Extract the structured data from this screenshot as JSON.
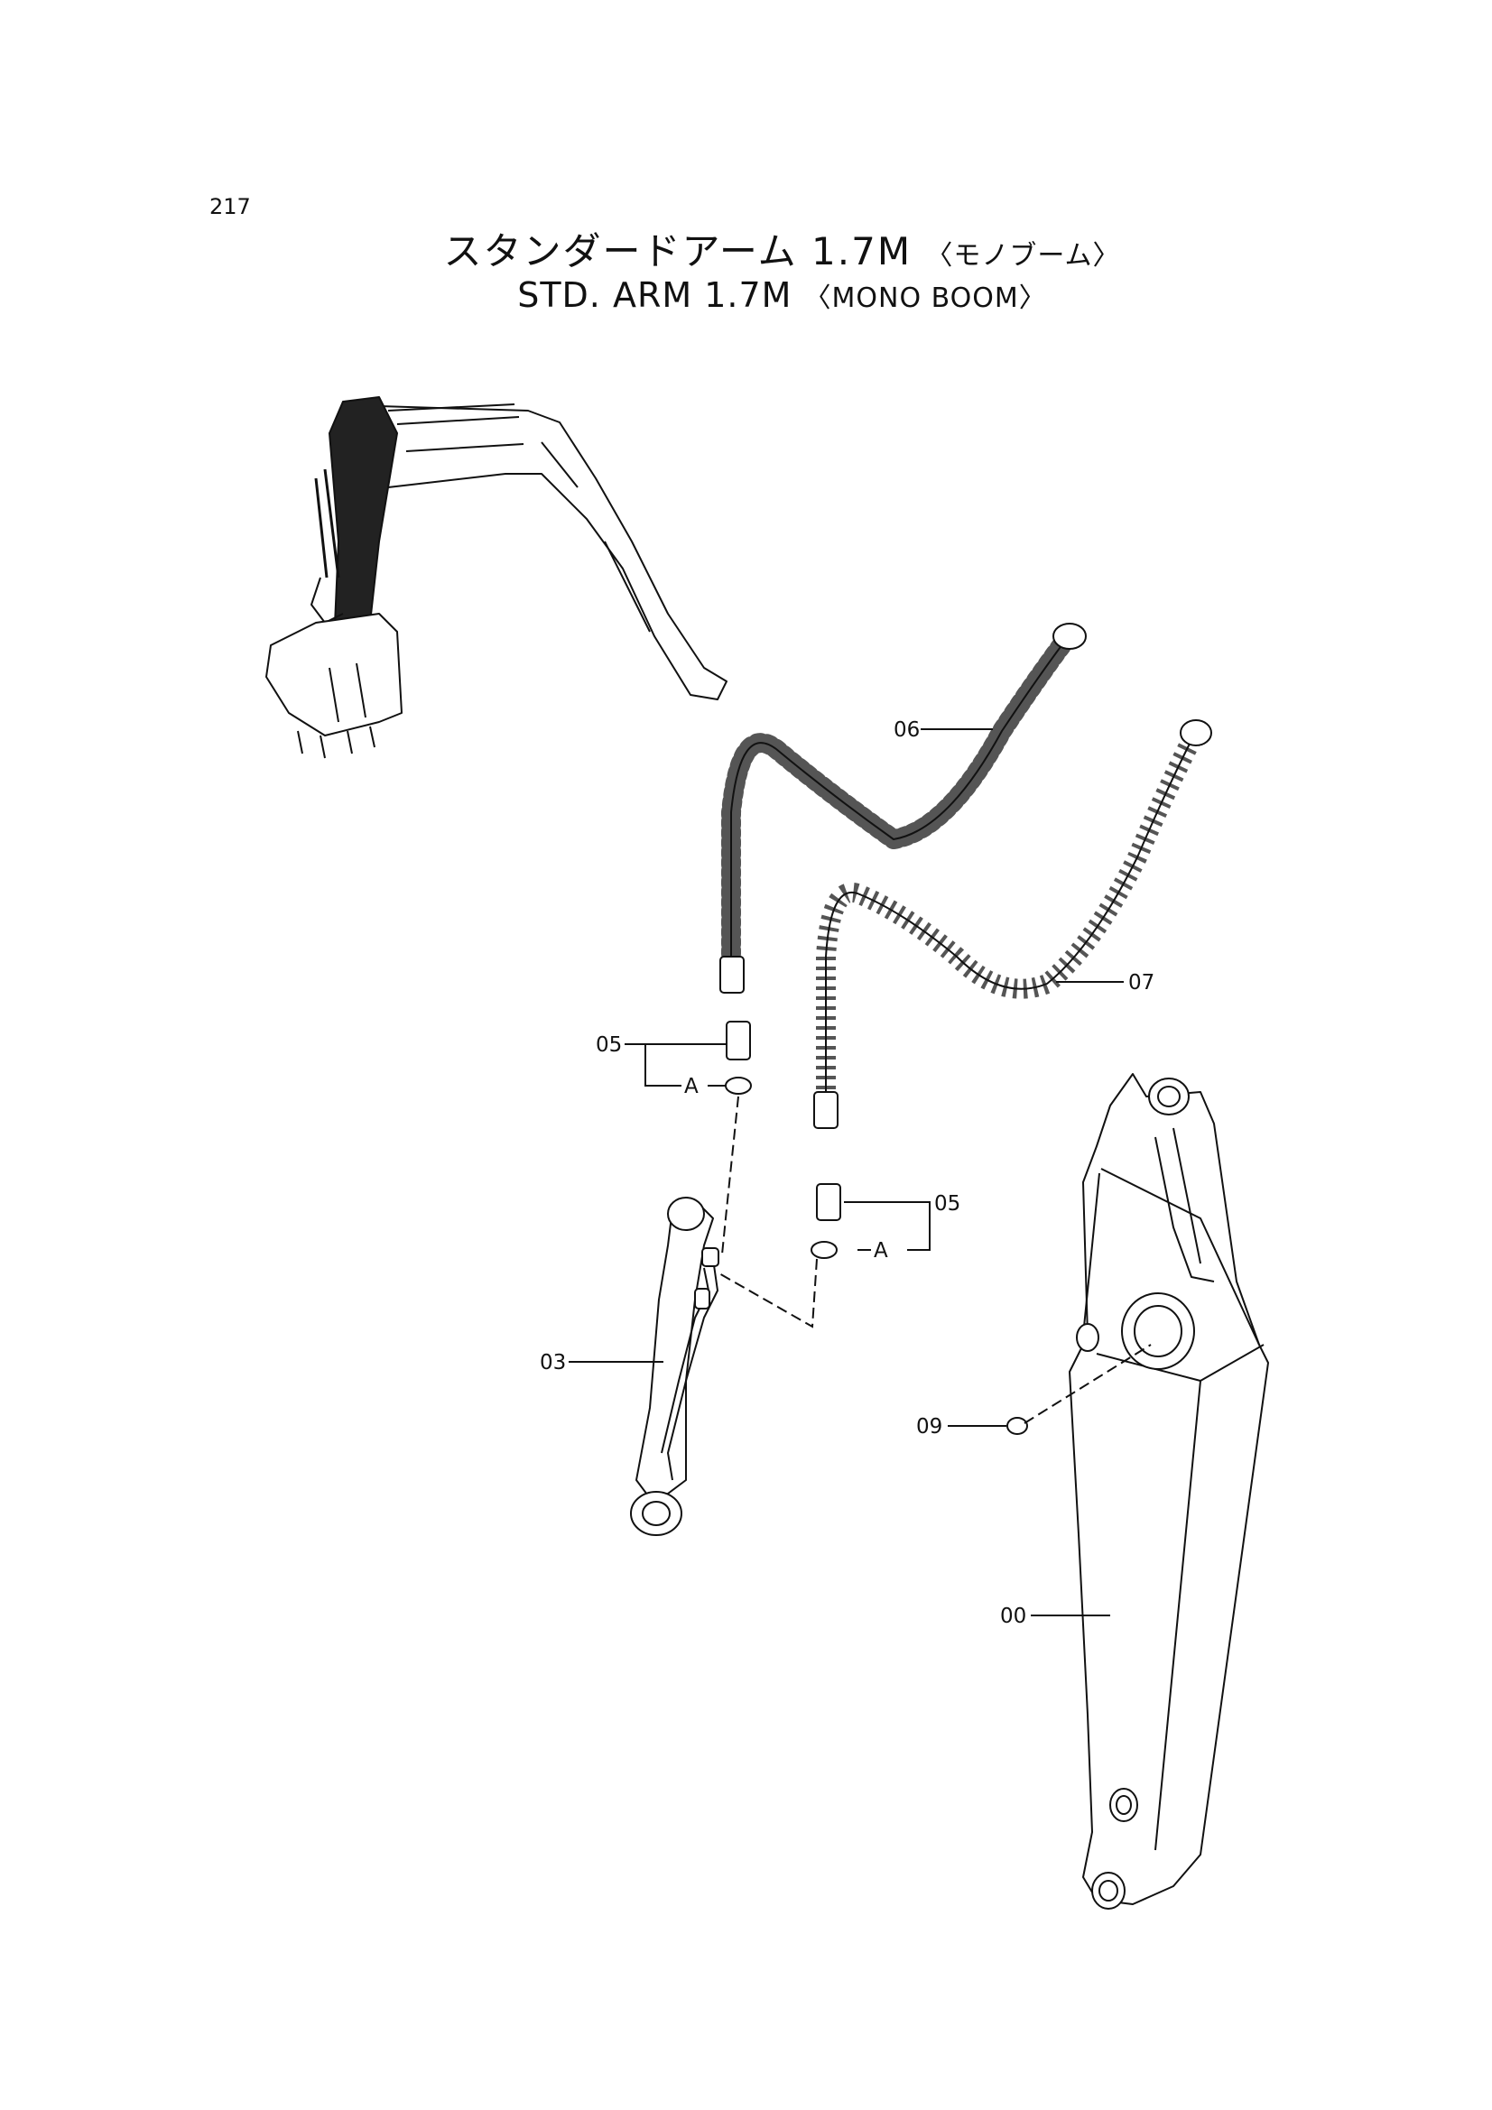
{
  "page_number": "217",
  "title_jp": {
    "main": "スタンダードアーム 1.7M",
    "sub": "〈モノブーム〉"
  },
  "title_en": {
    "main": "STD. ARM  1.7M",
    "sub": "〈MONO  BOOM〉"
  },
  "callouts": {
    "arm": "00",
    "cylinder": "03",
    "adapter_left": "05",
    "adapter_right": "05",
    "oring_left": "A",
    "oring_right": "A",
    "hose_upper": "06",
    "hose_lower": "07",
    "grease_nipple": "09"
  }
}
